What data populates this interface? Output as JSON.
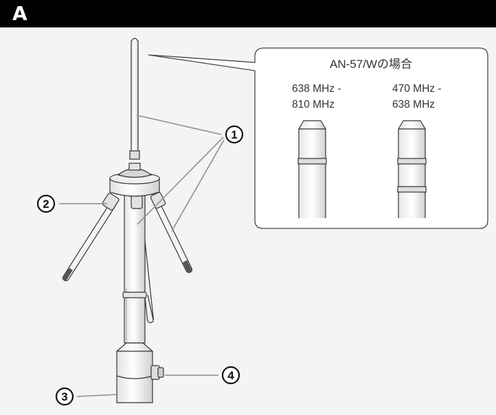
{
  "header": {
    "section_letter": "A",
    "bar_color": "#000000"
  },
  "inset": {
    "title": "AN-57/Wの場合",
    "left_range": {
      "line1": "638 MHz -",
      "line2": "810 MHz"
    },
    "right_range": {
      "line1": "470 MHz -",
      "line2": "638 MHz"
    }
  },
  "callouts": {
    "c1": "1",
    "c2": "2",
    "c3": "3",
    "c4": "4"
  },
  "colors": {
    "panel_background": "#f4f4f4",
    "leader_line": "#999999",
    "outline": "#333333"
  }
}
